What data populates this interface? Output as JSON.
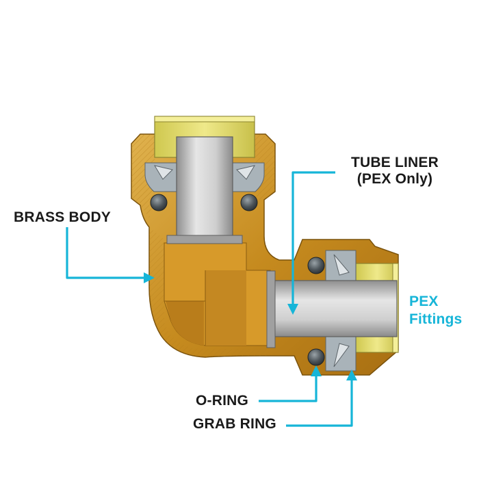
{
  "labels": {
    "tube_liner_line1": "TUBE LINER",
    "tube_liner_line2": "(PEX Only)",
    "brass_body": "BRASS BODY",
    "pex_line1": "PEX",
    "pex_line2": "Fittings",
    "o_ring": "O-RING",
    "grab_ring": "GRAB RING"
  },
  "colors": {
    "callout": "#16b5d8",
    "text": "#1a1a1a",
    "brass": "#c68b1f",
    "brass_dark": "#a36d12",
    "brass_light": "#dcae4a",
    "collar": "#e7e17a",
    "liner": "#c9c9c9",
    "steel": "#b8c2c8"
  },
  "icons": [
    "arrow-icon"
  ]
}
